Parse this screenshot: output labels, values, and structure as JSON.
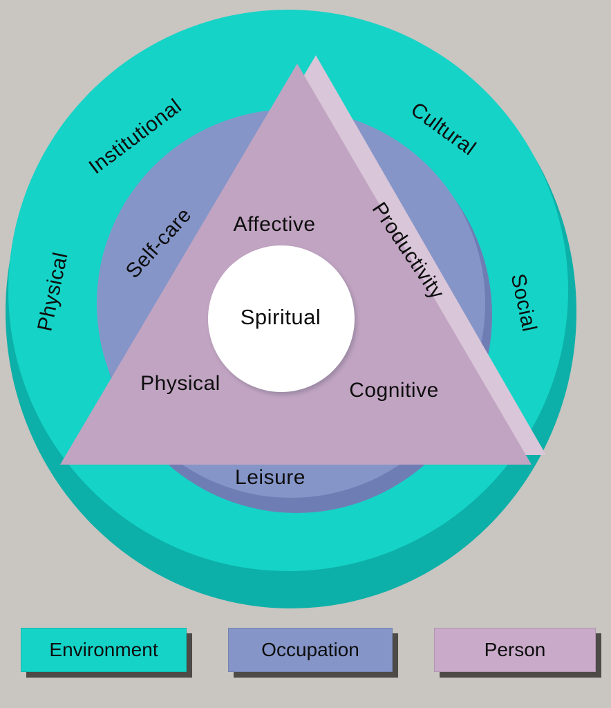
{
  "diagram": {
    "type": "cmop-model-diagram",
    "center_label": "Spiritual",
    "environment": {
      "name": "Environment",
      "labels": [
        "Institutional",
        "Cultural",
        "Physical",
        "Social"
      ]
    },
    "occupation": {
      "name": "Occupation",
      "labels": [
        "Self-care",
        "Productivity",
        "Leisure"
      ]
    },
    "person": {
      "name": "Person",
      "labels": [
        "Affective",
        "Cognitive",
        "Physical"
      ]
    }
  },
  "legend": [
    {
      "label": "Environment",
      "color": "#15d3c7"
    },
    {
      "label": "Occupation",
      "color": "#8595c8"
    },
    {
      "label": "Person",
      "color": "#c9aac9"
    }
  ],
  "colors": {
    "background": "#c9c5c1",
    "environment": "#15d3c7",
    "environment_shadow": "#0cb0a8",
    "occupation": "#8595c8",
    "occupation_shadow": "#6e7eb5",
    "person": "#c1a4c2",
    "person_shadow": "#d9c6d8",
    "center_circle": "#ffffff",
    "text": "#0d0d0d",
    "legend_shadow": "#4d4a47"
  }
}
